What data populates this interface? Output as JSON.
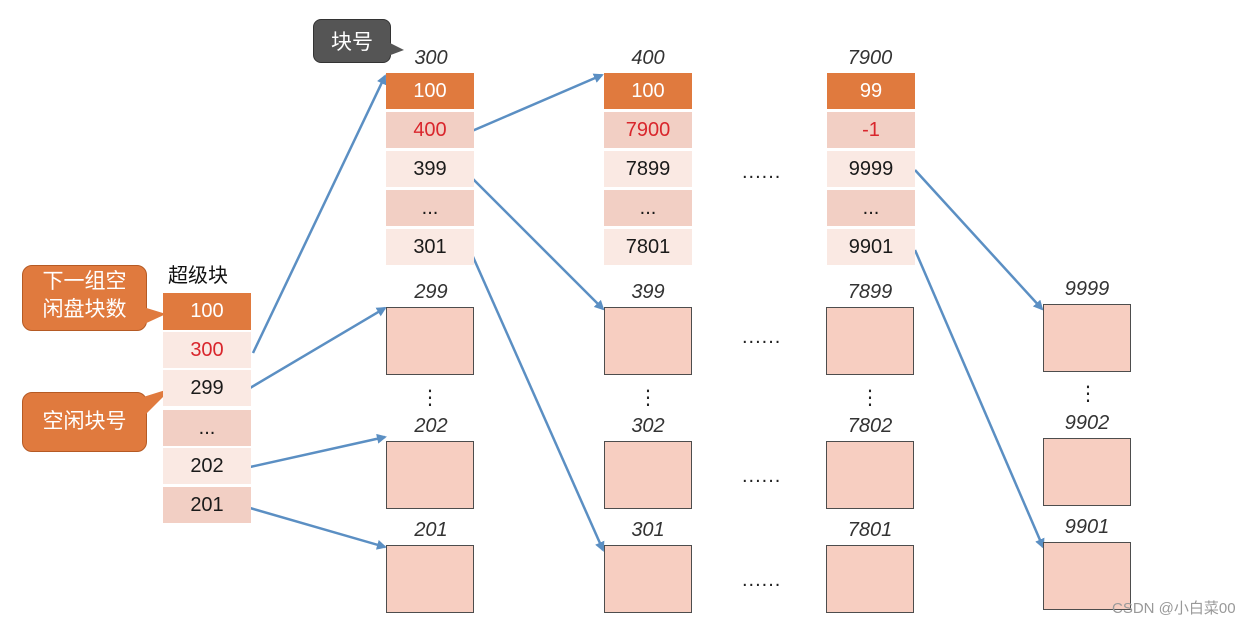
{
  "superblock": {
    "title": "超级块",
    "cells": [
      "100",
      "300",
      "299",
      "...",
      "202",
      "201"
    ]
  },
  "callouts": {
    "next_group_count": "下一组空\n闲盘块数",
    "free_block_number": "空闲块号",
    "block_number": "块号"
  },
  "groups": [
    {
      "label": "300",
      "cells": [
        "100",
        "400",
        "399",
        "...",
        "301"
      ]
    },
    {
      "label": "400",
      "cells": [
        "100",
        "7900",
        "7899",
        "...",
        "7801"
      ]
    },
    {
      "label": "7900",
      "cells": [
        "99",
        "-1",
        "9999",
        "...",
        "9901"
      ]
    }
  ],
  "block_labels": {
    "col1": [
      "299",
      "202",
      "201"
    ],
    "col2": [
      "399",
      "302",
      "301"
    ],
    "col3": [
      "7899",
      "7802",
      "7801"
    ],
    "col4": [
      "9999",
      "9902",
      "9901"
    ]
  },
  "ellipsis": {
    "horizontal": "......",
    "vertical": "⋮"
  },
  "colors": {
    "accent_orange": "#e07a3e",
    "cell_dark": "#f2cfc4",
    "cell_light": "#fae9e3",
    "block_fill": "#f7cec1",
    "arrow_blue": "#5b8fc3",
    "red_text": "#d9262c"
  },
  "watermark": "CSDN @小白菜00"
}
